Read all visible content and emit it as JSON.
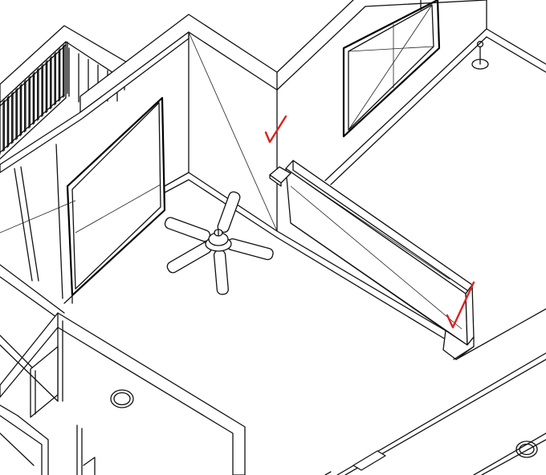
{
  "drawing": {
    "line_color": "#111111",
    "background": "#ffffff",
    "annotation_color": "#e02020"
  },
  "annotations": [
    {
      "icon": "checkmark-icon",
      "meaning": "approved"
    },
    {
      "icon": "checkmark-icon",
      "meaning": "approved"
    }
  ],
  "elements": [
    "ceiling-fan-icon",
    "half-wall-railing",
    "balcony-railing",
    "doorway",
    "window",
    "recessed-light-icon",
    "floor-lamp-icon"
  ]
}
